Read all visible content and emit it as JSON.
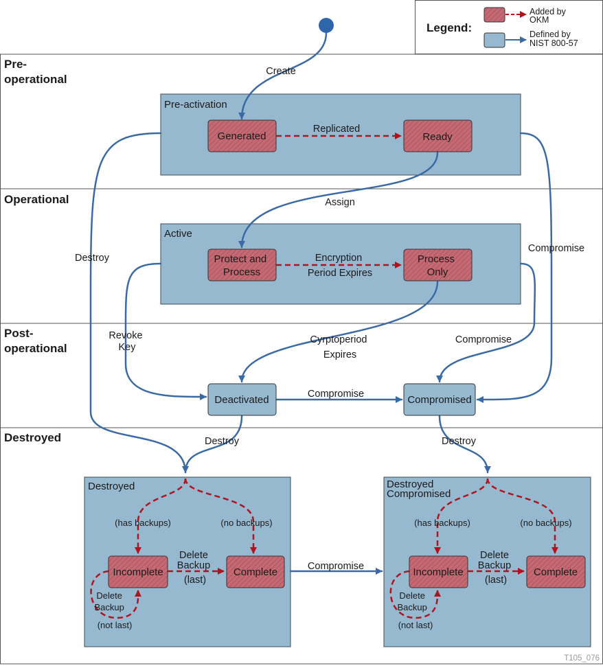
{
  "legend": {
    "title": "Legend:",
    "okm_lines": [
      "Added by",
      "OKM"
    ],
    "nist_lines": [
      "Defined by",
      "NIST 800-57"
    ],
    "colors": {
      "okm_fill": "#c46a74",
      "nist_fill": "#97b9d0",
      "okm_arrow": "#b1121e",
      "nist_arrow": "#3a6aa5"
    }
  },
  "lanes": [
    {
      "id": "pre",
      "lines": [
        "Pre-",
        "operational"
      ]
    },
    {
      "id": "op",
      "lines": [
        "Operational"
      ]
    },
    {
      "id": "post",
      "lines": [
        "Post-",
        "operational"
      ]
    },
    {
      "id": "destroyed",
      "lines": [
        "Destroyed"
      ]
    }
  ],
  "containers": {
    "preactivation": [
      "Pre-activation"
    ],
    "active": [
      "Active"
    ],
    "destroyed": [
      "Destroyed"
    ],
    "destroyed_compromised": [
      "Destroyed",
      "Compromised"
    ]
  },
  "states": {
    "generated": [
      "Generated"
    ],
    "ready": [
      "Ready"
    ],
    "protect_process": [
      "Protect and",
      "Process"
    ],
    "process_only": [
      "Process",
      "Only"
    ],
    "deactivated": [
      "Deactivated"
    ],
    "compromised": [
      "Compromised"
    ],
    "incomplete_1": [
      "Incomplete"
    ],
    "complete_1": [
      "Complete"
    ],
    "incomplete_2": [
      "Incomplete"
    ],
    "complete_2": [
      "Complete"
    ]
  },
  "edges": {
    "create": [
      "Create"
    ],
    "replicated": [
      "Replicated"
    ],
    "assign": [
      "Assign"
    ],
    "encryption_expires": [
      "Encryption",
      "Period Expires"
    ],
    "destroy_left": [
      "Destroy"
    ],
    "compromise_right": [
      "Compromise"
    ],
    "revoke_key": [
      "Revoke",
      "Key"
    ],
    "cryptoperiod": [
      "Cyrptoperiod",
      "Expires"
    ],
    "compromise_active": [
      "Compromise"
    ],
    "compromise_deact": [
      "Compromise"
    ],
    "destroy_deact": [
      "Destroy"
    ],
    "destroy_comp": [
      "Destroy"
    ],
    "has_backups_1": [
      "(has backups)"
    ],
    "no_backups_1": [
      "(no backups)"
    ],
    "delete_backup_last_1": [
      "Delete",
      "Backup",
      "(last)"
    ],
    "delete_backup_notlast_1": [
      "Delete",
      "Backup",
      "(not last)"
    ],
    "compromise_destroyed": [
      "Compromise"
    ],
    "has_backups_2": [
      "(has backups)"
    ],
    "no_backups_2": [
      "(no backups)"
    ],
    "delete_backup_last_2": [
      "Delete",
      "Backup",
      "(last)"
    ],
    "delete_backup_notlast_2": [
      "Delete",
      "Backup",
      "(not last)"
    ]
  },
  "figure_id": "T105_076"
}
